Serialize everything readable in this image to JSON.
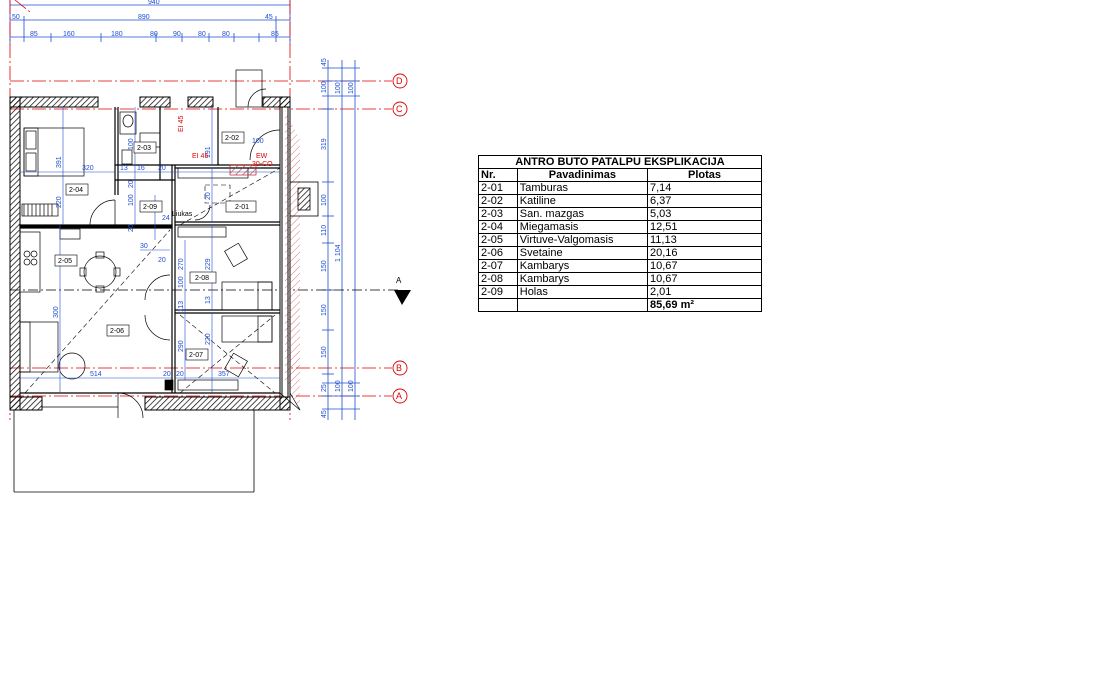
{
  "plan": {
    "dims_top": {
      "overall": "940",
      "inner": "890",
      "left_small": "50",
      "right_small": "45",
      "segments": [
        "85",
        "160",
        "180",
        "80",
        "90",
        "80",
        "80",
        "85"
      ]
    },
    "dims_right_outer": [
      "45",
      "100",
      "319",
      "100",
      "110",
      "150",
      "150",
      "150",
      "25",
      "45"
    ],
    "dims_right_inner": [
      "100",
      "1 104",
      "100"
    ],
    "axes": {
      "d": "D",
      "c": "C",
      "b": "B",
      "a": "A"
    },
    "section_label": "A",
    "rooms": {
      "r201": "2-01",
      "r202": "2-02",
      "r203": "2-03",
      "r204": "2-04",
      "r205": "2-05",
      "r206": "2-06",
      "r207": "2-07",
      "r208": "2-08",
      "r209": "2-09"
    },
    "fire_labels": {
      "ei45_vertical": "EI 45",
      "ei45": "EI 45",
      "ew_1": "EW",
      "ew_2": "30-CO"
    },
    "liukas": "Liukas",
    "inner_dims": [
      "320",
      "391",
      "13",
      "16",
      "20",
      "100",
      "20",
      "220",
      "100",
      "20",
      "191",
      "20",
      "100",
      "229",
      "300",
      "13",
      "220",
      "100",
      "113",
      "290",
      "30",
      "20",
      "20",
      "514",
      "20",
      "357",
      "270",
      "24"
    ]
  },
  "table": {
    "title": "ANTRO BUTO PATALPU EKSPLIKACIJA",
    "headers": [
      "Nr.",
      "Pavadinimas",
      "Plotas"
    ],
    "rows": [
      [
        "2-01",
        "Tamburas",
        "7,14"
      ],
      [
        "2-02",
        "Katiline",
        "6,37"
      ],
      [
        "2-03",
        "San. mazgas",
        "5,03"
      ],
      [
        "2-04",
        "Miegamasis",
        "12,51"
      ],
      [
        "2-05",
        "Virtuve-Valgomasis",
        "11,13"
      ],
      [
        "2-06",
        "Svetaine",
        "20,16"
      ],
      [
        "2-07",
        "Kambarys",
        "10,67"
      ],
      [
        "2-08",
        "Kambarys",
        "10,67"
      ],
      [
        "2-09",
        "Holas",
        "2,01"
      ]
    ],
    "total": "85,69 m²"
  }
}
